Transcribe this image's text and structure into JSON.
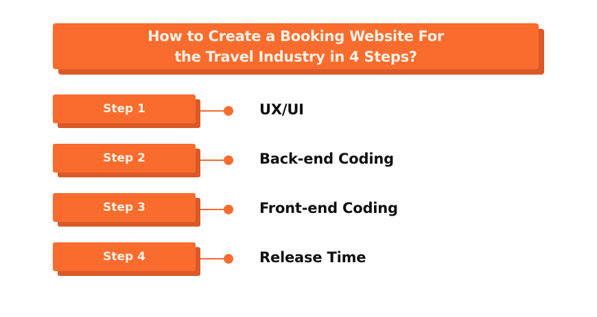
{
  "title": {
    "line1": "How to Create a Booking Website For",
    "line2": "the Travel Industry in 4 Steps?"
  },
  "colors": {
    "accent": "#f96c2d",
    "accent_shadow": "#d95a28",
    "box_text": "#fdf1e6",
    "label_text": "#111111"
  },
  "steps": [
    {
      "badge": "Step 1",
      "label": "UX/UI"
    },
    {
      "badge": "Step 2",
      "label": "Back-end Coding"
    },
    {
      "badge": "Step 3",
      "label": "Front-end Coding"
    },
    {
      "badge": "Step 4",
      "label": "Release Time"
    }
  ]
}
